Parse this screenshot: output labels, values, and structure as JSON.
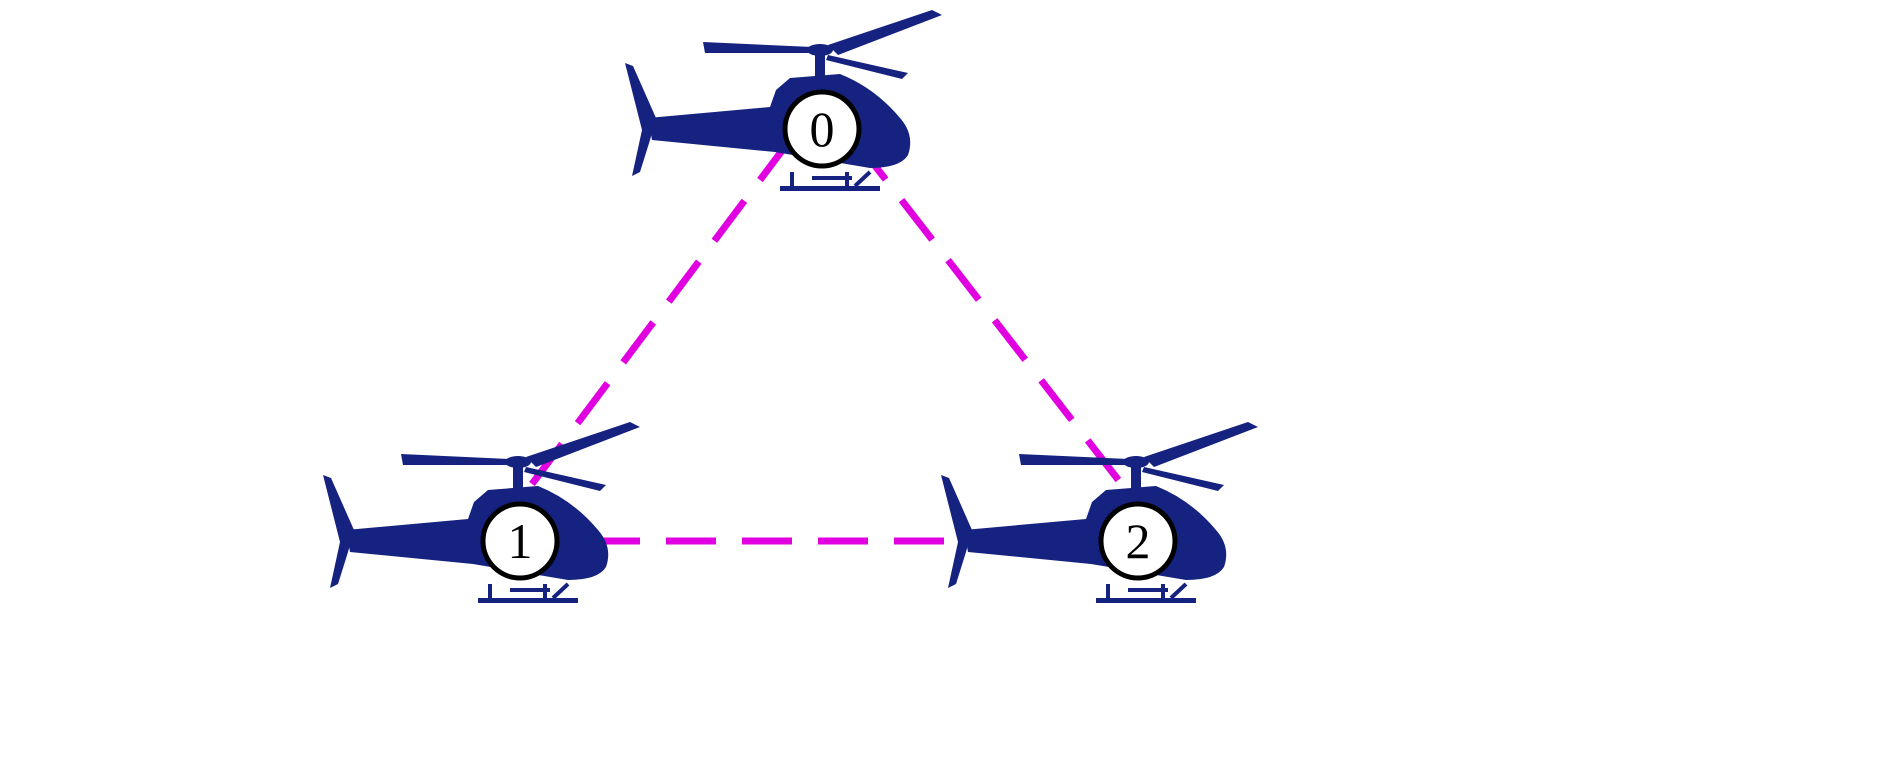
{
  "diagram": {
    "colors": {
      "helicopter": "#15227f",
      "link": "#e000e0",
      "node_fill": "#ffffff",
      "node_stroke": "#000000"
    },
    "nodes": [
      {
        "id": "0",
        "label": "0"
      },
      {
        "id": "1",
        "label": "1"
      },
      {
        "id": "2",
        "label": "2"
      }
    ],
    "edges": [
      {
        "from": "0",
        "to": "1",
        "style": "dashed"
      },
      {
        "from": "0",
        "to": "2",
        "style": "dashed"
      },
      {
        "from": "1",
        "to": "2",
        "style": "dashed"
      }
    ]
  }
}
